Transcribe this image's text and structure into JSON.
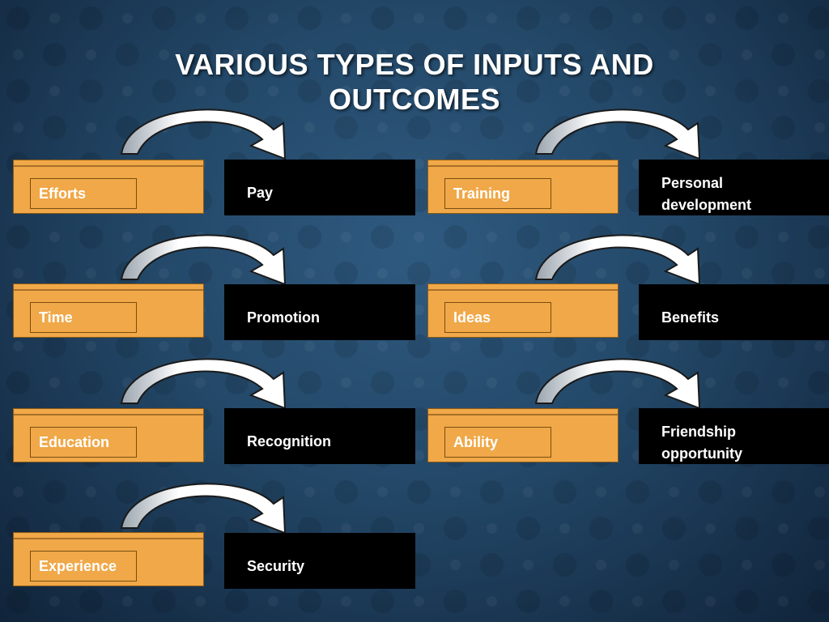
{
  "title": "VARIOUS TYPES OF INPUTS AND OUTCOMES",
  "colors": {
    "input_fill": "#f0a848",
    "input_border": "#8a5a16",
    "outcome_fill": "#000000",
    "text": "#ffffff",
    "arrow_fill": "#ffffff"
  },
  "icons": {
    "connector": "curved-arrow-icon"
  },
  "left_column": [
    {
      "input": "Efforts",
      "outcome": "Pay"
    },
    {
      "input": "Time",
      "outcome": "Promotion"
    },
    {
      "input": "Education",
      "outcome": "Recognition"
    },
    {
      "input": "Experience",
      "outcome": "Security"
    }
  ],
  "right_column": [
    {
      "input": "Training",
      "outcome": "Personal development"
    },
    {
      "input": "Ideas",
      "outcome": "Benefits"
    },
    {
      "input": "Ability",
      "outcome": "Friendship opportunity"
    }
  ]
}
